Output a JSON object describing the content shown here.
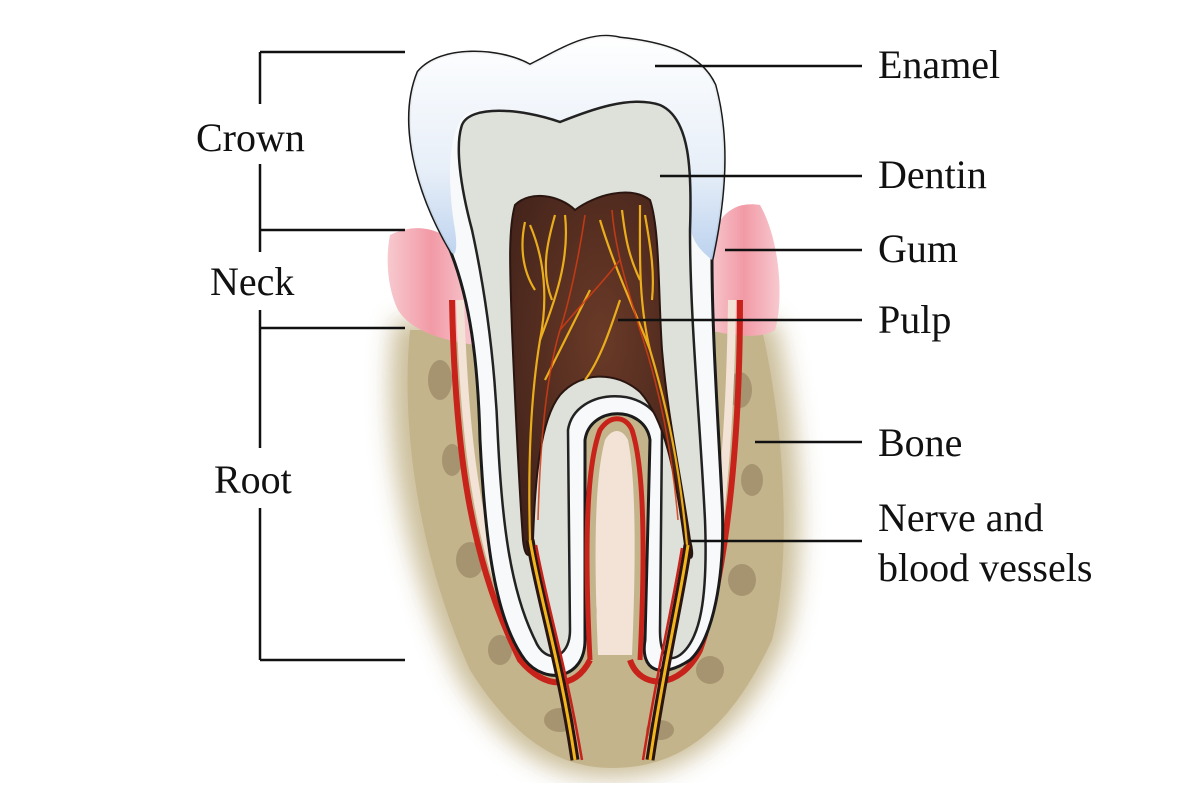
{
  "labels": {
    "crown": "Crown",
    "neck": "Neck",
    "root": "Root",
    "enamel": "Enamel",
    "dentin": "Dentin",
    "gum": "Gum",
    "pulp": "Pulp",
    "bone": "Bone",
    "nerve_line1": "Nerve and",
    "nerve_line2": "blood vessels"
  },
  "colors": {
    "enamel": "#eef3fa",
    "enamel_shade": "#bcd3ee",
    "dentin": "#e3e6df",
    "pulp": "#4e2b22",
    "nerve": "#f2b51c",
    "vessel": "#c8231b",
    "gum": "#f2a3ac",
    "bone": "#cdbf9c",
    "leader_line": "#111111"
  }
}
